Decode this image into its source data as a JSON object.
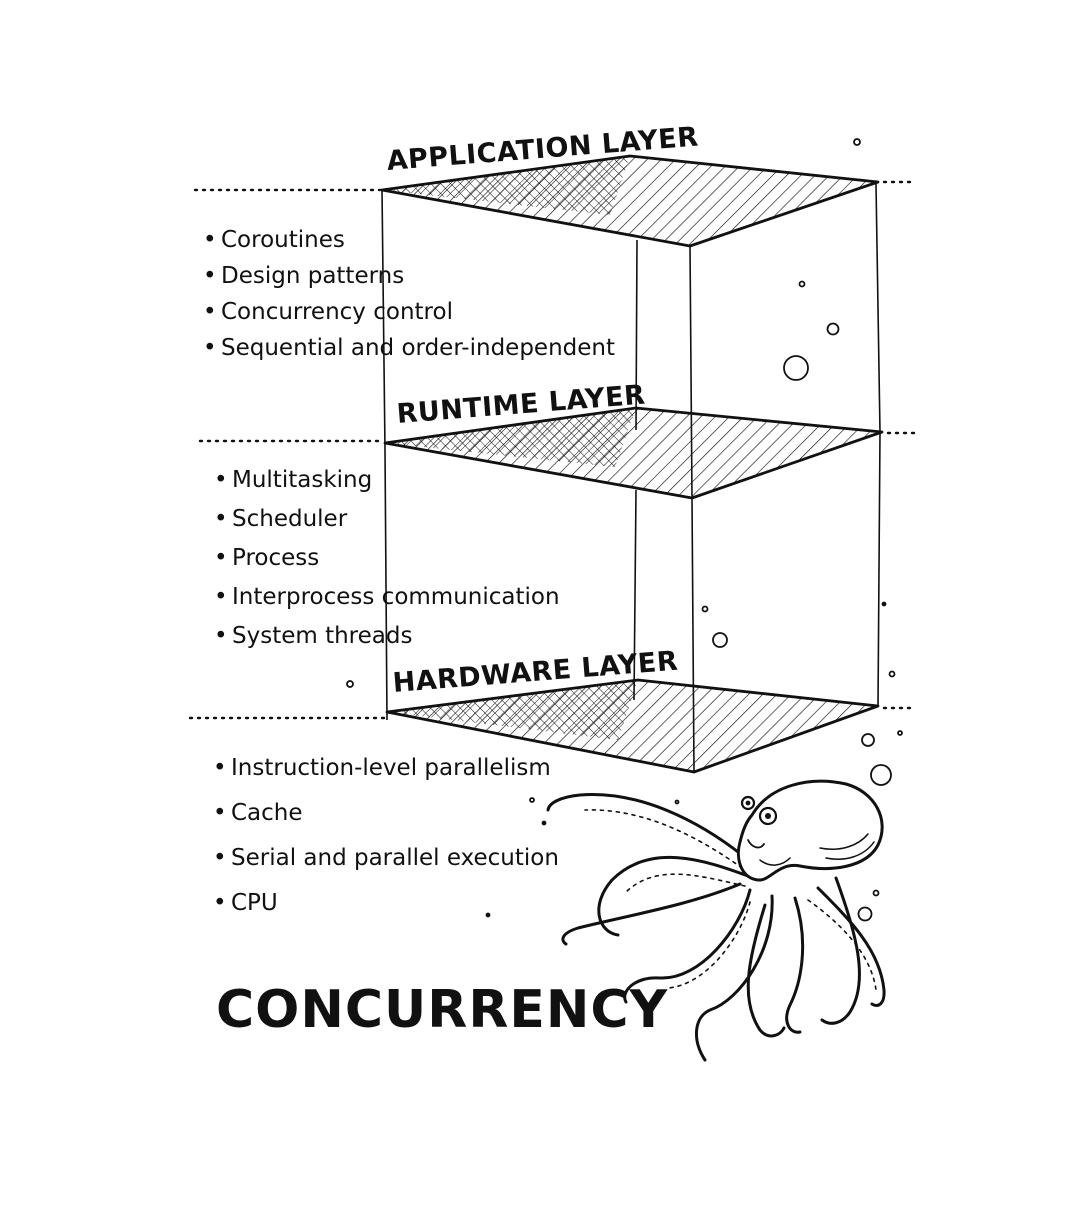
{
  "title": "CONCURRENCY",
  "layers": [
    {
      "label": "APPLICATION LAYER",
      "items": [
        "Coroutines",
        "Design patterns",
        "Concurrency control",
        "Sequential and order-independent"
      ]
    },
    {
      "label": "RUNTIME LAYER",
      "items": [
        "Multitasking",
        "Scheduler",
        "Process",
        "Interprocess communication",
        "System threads"
      ]
    },
    {
      "label": "HARDWARE LAYER",
      "items": [
        "Instruction-level parallelism",
        "Cache",
        "Serial and parallel execution",
        "CPU"
      ]
    }
  ],
  "illustration": "octopus",
  "colors": {
    "ink": "#111111",
    "paper": "#ffffff"
  }
}
